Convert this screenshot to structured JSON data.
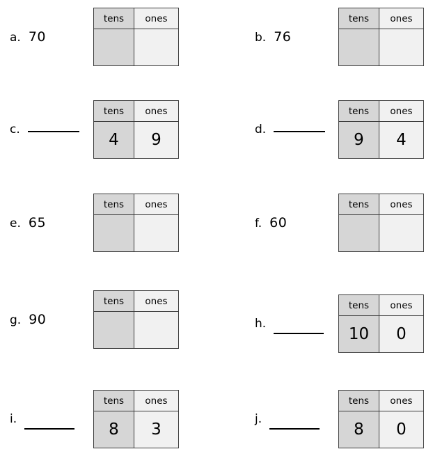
{
  "worksheet": {
    "headers": {
      "tens": "tens",
      "ones": "ones"
    },
    "problems": [
      {
        "letter": "a.",
        "value": "70",
        "has_blank": false,
        "tens": "",
        "ones": "",
        "column": "left",
        "row": 1
      },
      {
        "letter": "b.",
        "value": "76",
        "has_blank": false,
        "tens": "",
        "ones": "",
        "column": "right",
        "row": 1
      },
      {
        "letter": "c.",
        "value": "",
        "has_blank": true,
        "tens": "4",
        "ones": "9",
        "column": "left",
        "row": 2
      },
      {
        "letter": "d.",
        "value": "",
        "has_blank": true,
        "tens": "9",
        "ones": "4",
        "column": "right",
        "row": 2
      },
      {
        "letter": "e.",
        "value": "65",
        "has_blank": false,
        "tens": "",
        "ones": "",
        "column": "left",
        "row": 3
      },
      {
        "letter": "f.",
        "value": "60",
        "has_blank": false,
        "tens": "",
        "ones": "",
        "column": "right",
        "row": 3
      },
      {
        "letter": "g.",
        "value": "90",
        "has_blank": false,
        "tens": "",
        "ones": "",
        "column": "left",
        "row": 4
      },
      {
        "letter": "h.",
        "value": "",
        "has_blank": true,
        "tens": "10",
        "ones": "0",
        "column": "right",
        "row": 4
      },
      {
        "letter": "i.",
        "value": "",
        "has_blank": true,
        "tens": "8",
        "ones": "3",
        "column": "left",
        "row": 5
      },
      {
        "letter": "j.",
        "value": "",
        "has_blank": true,
        "tens": "8",
        "ones": "0",
        "column": "right",
        "row": 5
      }
    ],
    "colors": {
      "tens_column": "#d6d6d6",
      "ones_column": "#f1f1f1",
      "border": "#3a3a3a",
      "text": "#000000",
      "background": "#ffffff"
    }
  }
}
